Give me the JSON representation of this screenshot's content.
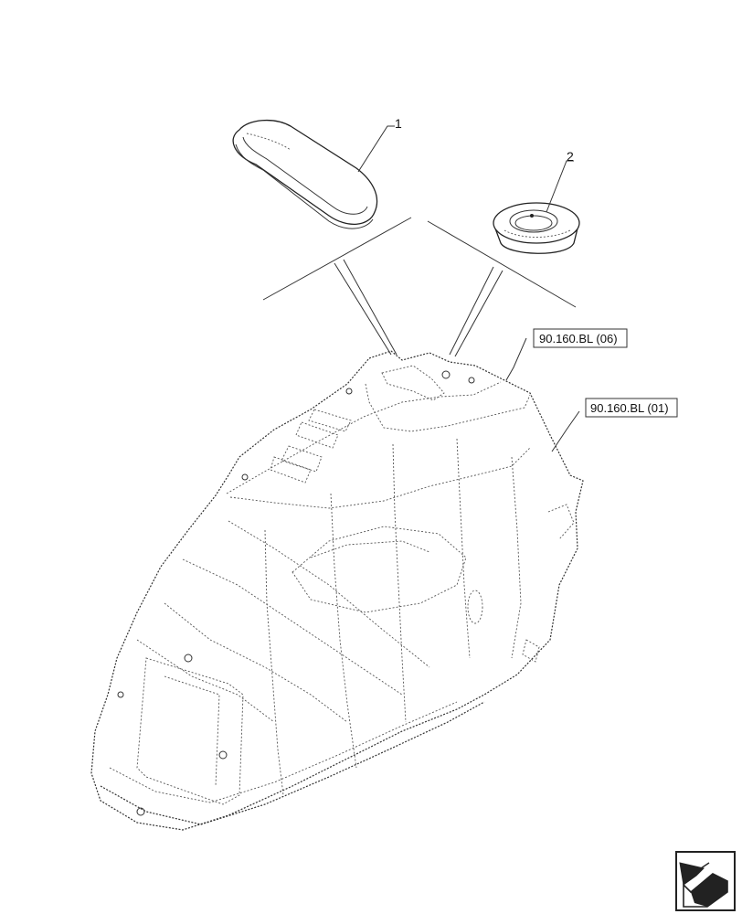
{
  "callouts": [
    {
      "id": "1",
      "text": "1",
      "part": "pad"
    },
    {
      "id": "2",
      "text": "2",
      "part": "grommet"
    }
  ],
  "references": [
    {
      "id": "ref-06",
      "text": "90.160.BL (06)"
    },
    {
      "id": "ref-01",
      "text": "90.160.BL (01)"
    }
  ],
  "nav_icon": {
    "name": "next-page-arrow-icon"
  }
}
